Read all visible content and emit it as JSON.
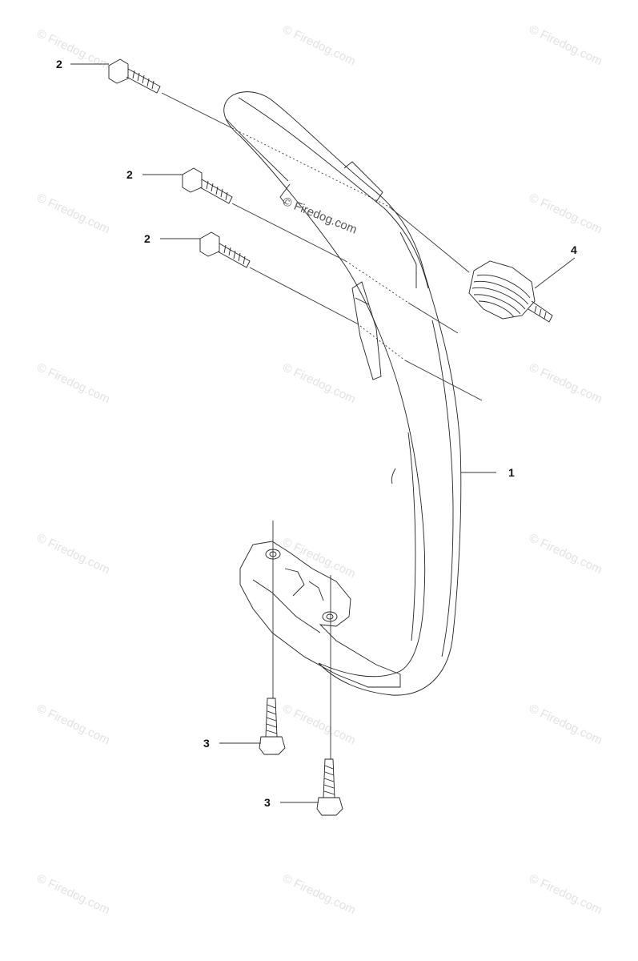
{
  "watermark": {
    "text": "© Firedog.com",
    "center_text": "© Firedog.com"
  },
  "callouts": {
    "handle": "1",
    "screw_top_1": "2",
    "screw_top_2": "2",
    "screw_top_3": "2",
    "screw_bottom_1": "3",
    "screw_bottom_2": "3",
    "vibration_damper": "4"
  },
  "colors": {
    "line": "#222222",
    "watermark": "#e2e2e2",
    "background": "#ffffff"
  }
}
